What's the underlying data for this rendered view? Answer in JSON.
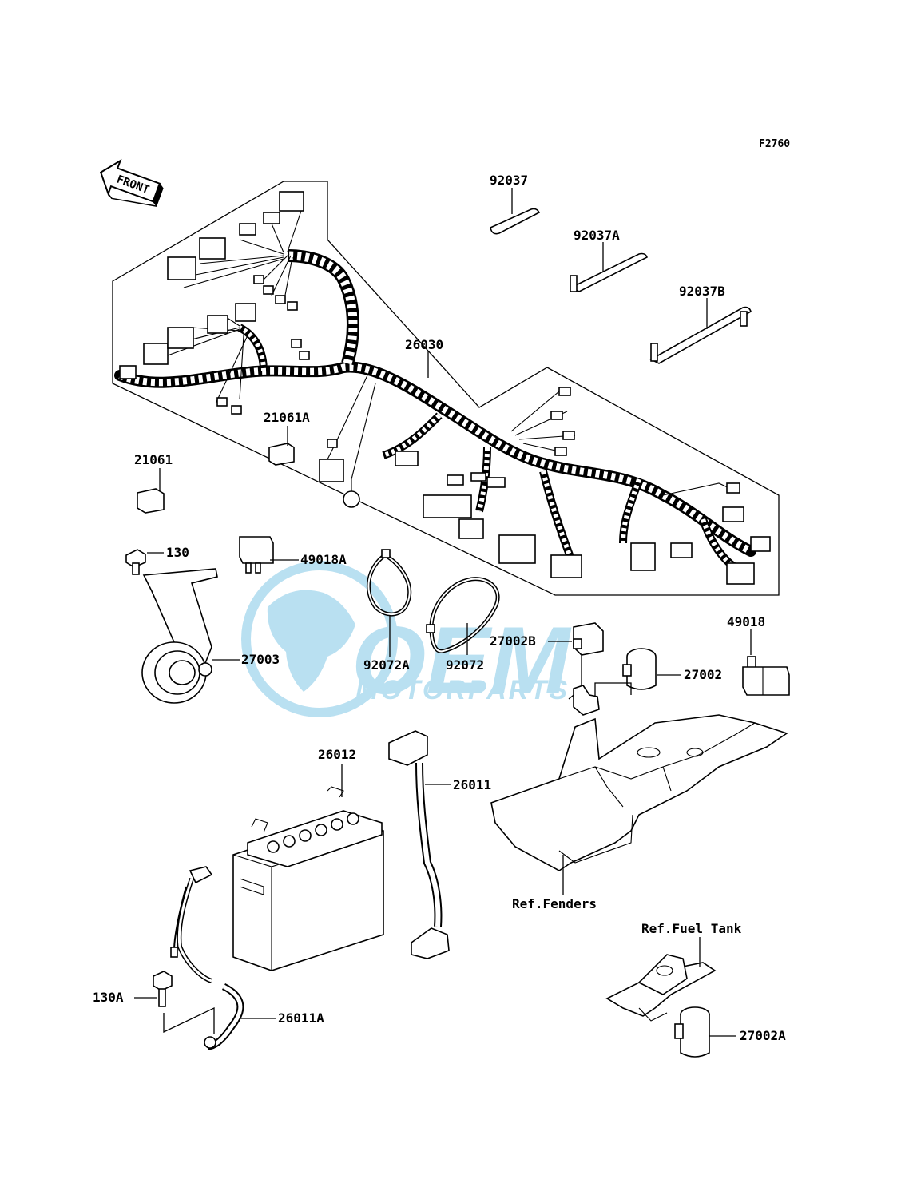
{
  "figure_code": "F2760",
  "front_label": "FRONT",
  "watermark": {
    "brand": "OEM",
    "subtitle": "MOTORPARTS",
    "color": "#3aa7d8"
  },
  "labels": {
    "p92037": "92037",
    "p92037A": "92037A",
    "p92037B": "92037B",
    "p26030": "26030",
    "p21061A": "21061A",
    "p21061": "21061",
    "p130": "130",
    "p49018A": "49018A",
    "p27003": "27003",
    "p92072A": "92072A",
    "p92072": "92072",
    "p27002B": "27002B",
    "p49018": "49018",
    "p27002": "27002",
    "p26012": "26012",
    "p26011": "26011",
    "ref_fenders": "Ref.Fenders",
    "ref_fuel_tank": "Ref.Fuel Tank",
    "p130A": "130A",
    "p26011A": "26011A",
    "p27002A": "27002A"
  }
}
